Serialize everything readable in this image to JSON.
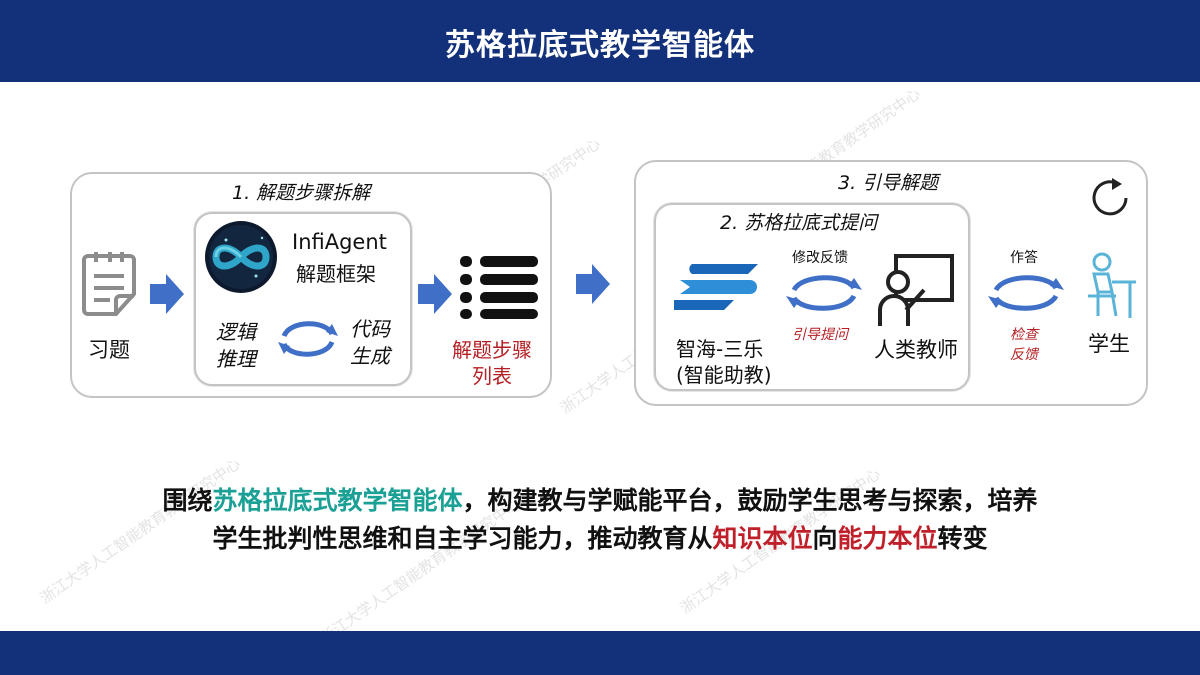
{
  "header": {
    "title": "苏格拉底式教学智能体"
  },
  "watermark": "浙江大学人工智能教育教学研究中心",
  "panel1": {
    "title": "1. 解题步骤拆解",
    "exercise_label": "习题",
    "framework_name": "InfiAgent",
    "framework_sub": "解题框架",
    "loop_left_1": "逻辑",
    "loop_left_2": "推理",
    "loop_right_1": "代码",
    "loop_right_2": "生成",
    "steps_label_1": "解题步骤",
    "steps_label_2": "列表"
  },
  "panel3": {
    "title": "3. 引导解题",
    "inner_title": "2. 苏格拉底式提问",
    "assistant_name": "智海-三乐",
    "assistant_role": "(智能助教)",
    "top_edge_label": "修改反馈",
    "bottom_edge_label": "引导提问",
    "teacher_label": "人类教师",
    "answer_label": "作答",
    "check_label_1": "检查",
    "check_label_2": "反馈",
    "student_label": "学生"
  },
  "caption": {
    "l1_a": "围绕",
    "l1_b": "苏格拉底式教学智能体",
    "l1_c": "，构建教与学赋能平台，鼓励学生思考与探索，培养",
    "l2_a": "学生批判性思维和自主学习能力，推动教育从",
    "l2_b": "知识本位",
    "l2_c": "向",
    "l2_d": "能力本位",
    "l2_e": "转变"
  },
  "colors": {
    "header_bg": "#13307a",
    "arrow_blue": "#3f6fc6",
    "highlight_teal": "#1aa094",
    "highlight_red": "#c0202a",
    "student_icon": "#5ab4d8"
  }
}
